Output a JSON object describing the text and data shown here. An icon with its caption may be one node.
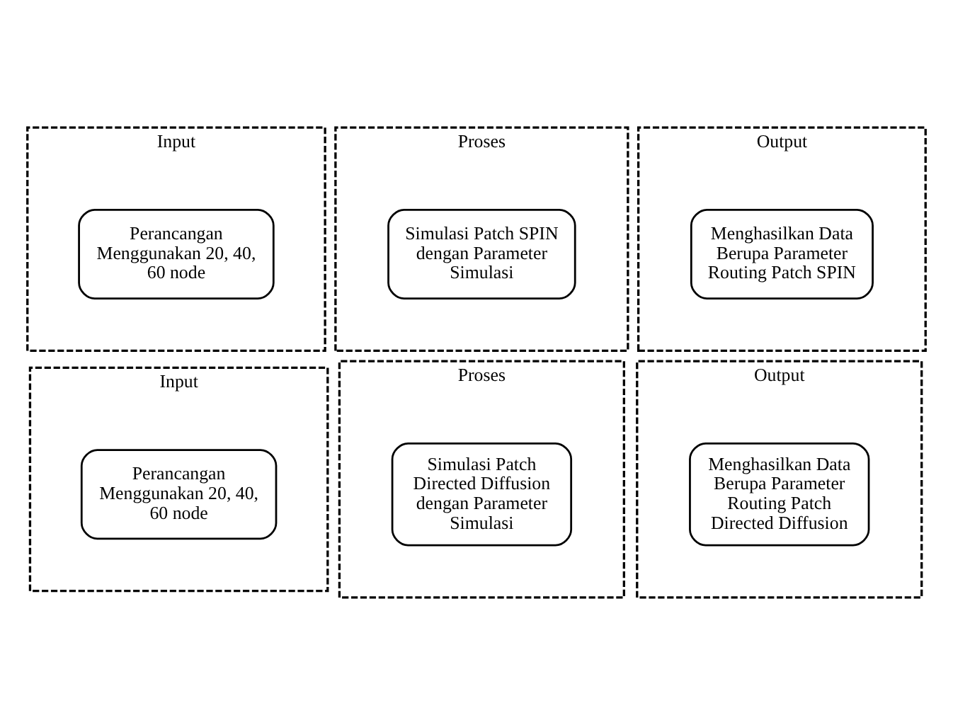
{
  "diagram": {
    "nodes": [
      {
        "text": [
          "Input"
        ]
      },
      {
        "text": [
          "Perancangan Menggunakan 20, 40, 60 node"
        ],
        "in": 0
      },
      {
        "text": [
          "Proses"
        ]
      },
      {
        "text": [
          "Simulasi Patch SPIN dengan Parameter Simulasi"
        ],
        "in": 2
      },
      {
        "text": [
          "Output"
        ]
      },
      {
        "text": [
          "Menghasilkan Data Berupa Parameter Routing Patch SPIN"
        ],
        "in": 4
      },
      {
        "text": [
          "Input"
        ]
      },
      {
        "text": [
          "Perancangan Menggunakan 20, 40, 60 node"
        ],
        "in": 6
      },
      {
        "text": [
          "Proses"
        ]
      },
      {
        "text": [
          "Simulasi Patch Directed Diffusion dengan Parameter Simulasi"
        ],
        "in": 8
      },
      {
        "text": [
          "Output"
        ]
      },
      {
        "text": [
          "Menghasilkan Data Berupa Parameter Routing Patch Directed Diffusion"
        ],
        "in": 10
      }
    ]
  }
}
